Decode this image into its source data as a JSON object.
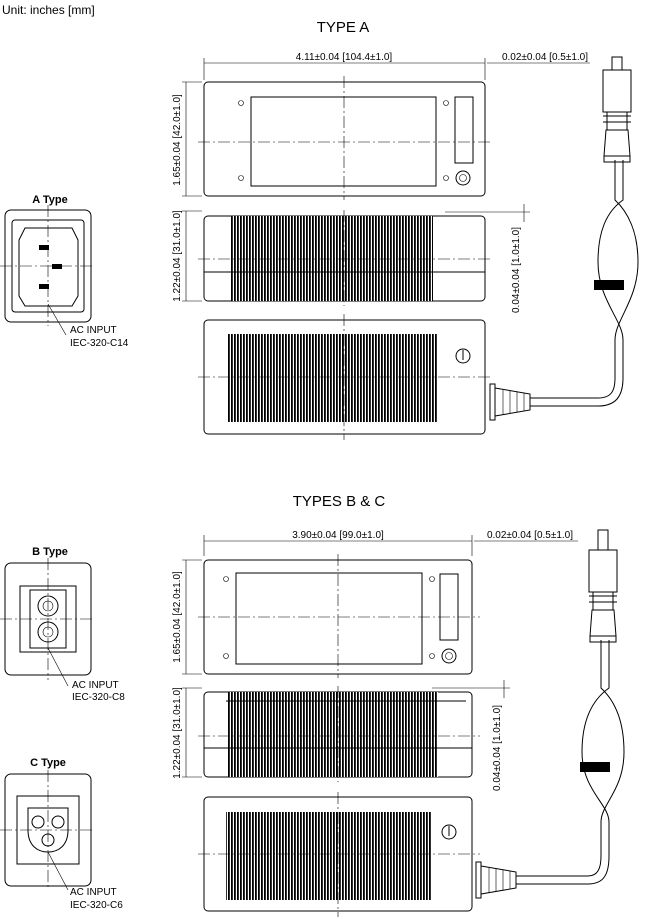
{
  "unit_note": "Unit: inches [mm]",
  "type_a": {
    "title": "TYPE A",
    "length_dim": "4.11±0.04 [104.4±1.0]",
    "offset_dim": "0.02±0.04 [0.5±1.0]",
    "width_dim": "1.65±0.04 [42.0±1.0]",
    "height_dim": "1.22±0.04 [31.0±1.0]",
    "foot_dim": "0.04±0.04 [1.0±1.0]"
  },
  "type_bc": {
    "title": "TYPES B & C",
    "length_dim": "3.90±0.04 [99.0±1.0]",
    "offset_dim": "0.02±0.04 [0.5±1.0]",
    "width_dim": "1.65±0.04 [42.0±1.0]",
    "height_dim": "1.22±0.04 [31.0±1.0]",
    "foot_dim": "0.04±0.04 [1.0±1.0]"
  },
  "inlets": {
    "a": {
      "title": "A Type",
      "line1": "AC INPUT",
      "line2": "IEC-320-C14"
    },
    "b": {
      "title": "B Type",
      "line1": "AC INPUT",
      "line2": "IEC-320-C8"
    },
    "c": {
      "title": "C Type",
      "line1": "AC INPUT",
      "line2": "IEC-320-C6"
    }
  }
}
